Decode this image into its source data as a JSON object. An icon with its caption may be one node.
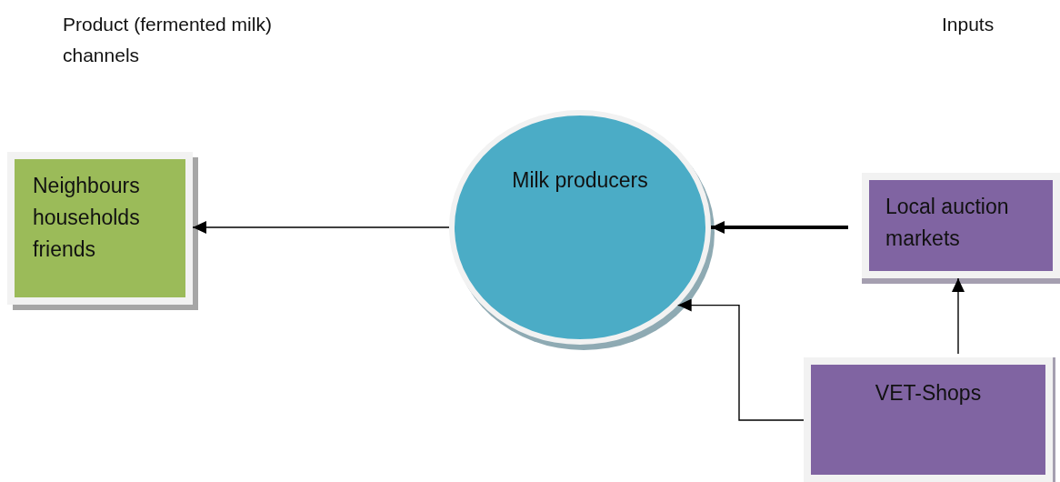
{
  "diagram": {
    "nodes": [
      {
        "text": [
          "Neighbours households friends"
        ]
      },
      {
        "text": [
          "Milk producers"
        ]
      },
      {
        "text": [
          "Local auction markets"
        ]
      },
      {
        "text": [
          "VET-Shops"
        ]
      }
    ],
    "edges": [
      {
        "from": 1,
        "to": 0,
        "arrow": "to"
      },
      {
        "from": 2,
        "to": 1,
        "arrow": "to",
        "style": "thick"
      },
      {
        "from": 3,
        "to": 2,
        "arrow": "to"
      },
      {
        "from": 3,
        "to": 1,
        "arrow": "to"
      }
    ],
    "labels": [
      "Product (fermented milk) channels",
      "Inputs"
    ]
  }
}
